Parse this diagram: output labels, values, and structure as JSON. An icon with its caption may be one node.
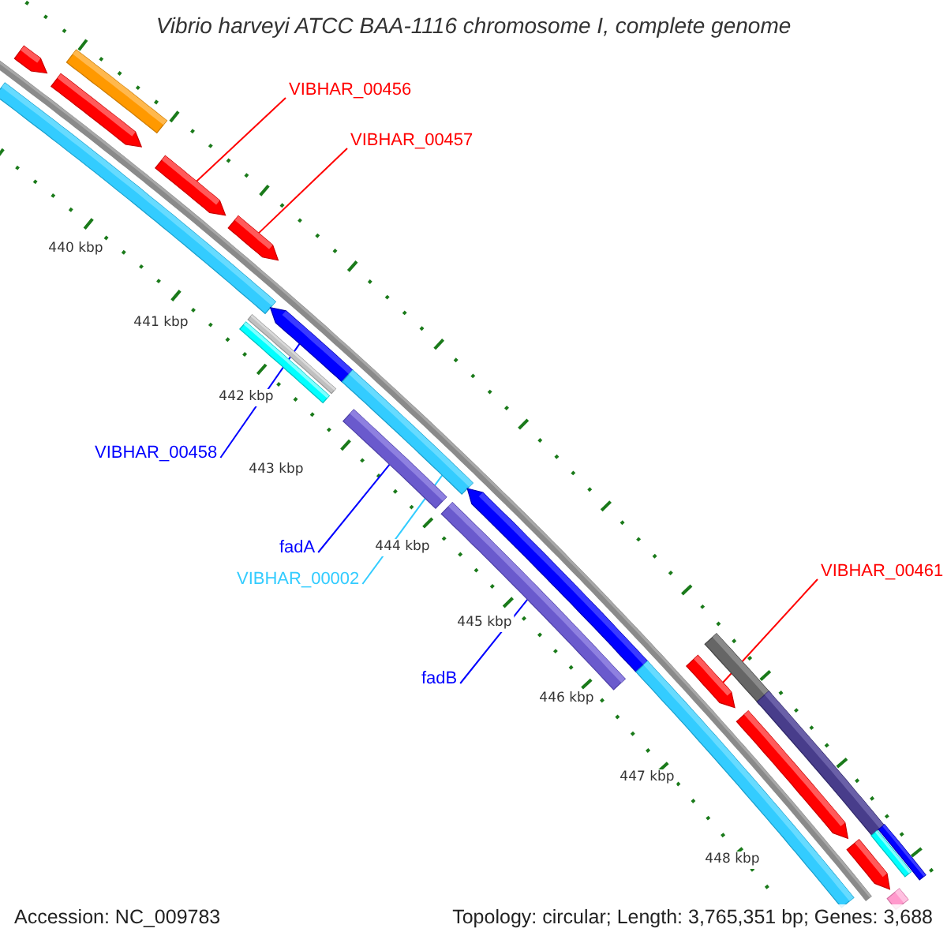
{
  "diagram": {
    "title": "Vibrio harveyi ATCC BAA-1116 chromosome I, complete genome",
    "nodes": [
      {
        "text": [
          "VIBHAR_00456"
        ]
      },
      {
        "text": [
          "VIBHAR_00457"
        ]
      },
      {
        "text": [
          "VIBHAR_00458"
        ]
      },
      {
        "text": [
          "fadA"
        ]
      },
      {
        "text": [
          "VIBHAR_00002"
        ]
      },
      {
        "text": [
          "fadB"
        ]
      },
      {
        "text": [
          "VIBHAR_00461"
        ]
      },
      {
        "text": [],
        "shape": "bar"
      },
      {
        "text": [],
        "shape": "pentagon"
      },
      {
        "text": [],
        "shape": "bar"
      },
      {
        "text": [],
        "shape": "pentagon"
      },
      {
        "text": [],
        "shape": "pentagon"
      },
      {
        "text": [],
        "shape": "pentagon"
      },
      {
        "text": [],
        "shape": "bar"
      },
      {
        "text": [],
        "shape": "bar"
      },
      {
        "text": [],
        "shape": "pentagon"
      },
      {
        "text": [],
        "shape": "bar"
      },
      {
        "text": [],
        "shape": "bar"
      },
      {
        "text": [],
        "shape": "bar"
      },
      {
        "text": [],
        "shape": "pentagon"
      },
      {
        "text": [],
        "shape": "bar"
      },
      {
        "text": [],
        "shape": "bar"
      },
      {
        "text": [],
        "shape": "pentagon"
      },
      {
        "text": [],
        "shape": "bar"
      },
      {
        "text": [],
        "shape": "pentagon"
      },
      {
        "text": [],
        "shape": "pentagon"
      },
      {
        "text": [],
        "shape": "bar"
      },
      {
        "text": [],
        "shape": "bar"
      },
      {
        "text": [],
        "shape": "bar"
      }
    ],
    "edges": [
      {
        "from": 0,
        "to": 11,
        "arrow": "none",
        "color": "#ff0000"
      },
      {
        "from": 1,
        "to": 12,
        "arrow": "none",
        "color": "#ff0000"
      },
      {
        "from": 2,
        "to": 15,
        "arrow": "none",
        "color": "#0000ff"
      },
      {
        "from": 3,
        "to": 17,
        "arrow": "none",
        "color": "#0000ff"
      },
      {
        "from": 4,
        "to": 16,
        "arrow": "none",
        "color": "#33ccff"
      },
      {
        "from": 5,
        "to": 18,
        "arrow": "none",
        "color": "#0000ff"
      },
      {
        "from": 6,
        "to": 22,
        "arrow": "none",
        "color": "#ff0000"
      }
    ],
    "labels": [
      "440 kbp",
      "441 kbp",
      "442 kbp",
      "443 kbp",
      "444 kbp",
      "445 kbp",
      "446 kbp",
      "447 kbp",
      "448 kbp",
      "Accession: NC_009783",
      "Topology: circular; Length: 3,765,351 bp; Genes: 3,688"
    ]
  }
}
